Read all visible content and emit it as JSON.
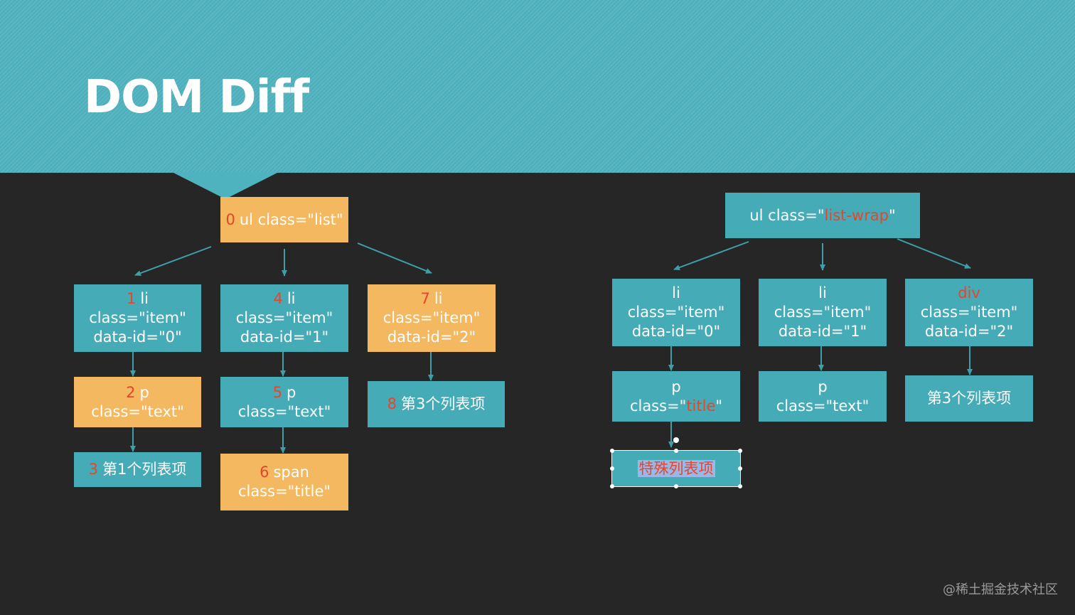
{
  "title": "DOM Diff",
  "colors": {
    "header": "#4fb3bf",
    "background": "#262626",
    "teal_node": "#45abb7",
    "orange_node": "#f3b860",
    "highlight": "#e8452b",
    "arrow": "#3f9fa9"
  },
  "left_tree": {
    "root": {
      "num": "0",
      "text": "ul class=\"list\"",
      "color": "orange"
    },
    "li0": {
      "num": "1",
      "line1": "li",
      "line2": "class=\"item\"",
      "line3": "data-id=\"0\"",
      "color": "teal"
    },
    "li1": {
      "num": "4",
      "line1": "li",
      "line2": "class=\"item\"",
      "line3": "data-id=\"1\"",
      "color": "teal"
    },
    "li2": {
      "num": "7",
      "line1": "li",
      "line2": "class=\"item\"",
      "line3": "data-id=\"2\"",
      "color": "orange"
    },
    "p0": {
      "num": "2",
      "line1": "p",
      "line2": "class=\"text\"",
      "color": "orange"
    },
    "p1": {
      "num": "5",
      "line1": "p",
      "line2": "class=\"text\"",
      "color": "teal"
    },
    "text2": {
      "num": "8",
      "text": "第3个列表项",
      "color": "teal"
    },
    "text0": {
      "num": "3",
      "text": "第1个列表项",
      "color": "teal"
    },
    "span1": {
      "num": "6",
      "line1": "span",
      "line2": "class=\"title\"",
      "color": "orange"
    }
  },
  "right_tree": {
    "root": {
      "prefix": "ul class=\"",
      "value": "list-wrap",
      "suffix": "\""
    },
    "li0": {
      "line1": "li",
      "line2": "class=\"item\"",
      "line3": "data-id=\"0\""
    },
    "li1": {
      "line1": "li",
      "line2": "class=\"item\"",
      "line3": "data-id=\"1\""
    },
    "div2": {
      "line1": "div",
      "line2": "class=\"item\"",
      "line3": "data-id=\"2\""
    },
    "p0": {
      "line1": "p",
      "line2_prefix": "class=\"",
      "line2_value": "title",
      "line2_suffix": "\""
    },
    "p1": {
      "line1": "p",
      "line2": "class=\"text\""
    },
    "text2": {
      "text": "第3个列表项"
    },
    "text0": {
      "text": "特殊列表项"
    }
  },
  "watermark": "@稀土掘金技术社区"
}
